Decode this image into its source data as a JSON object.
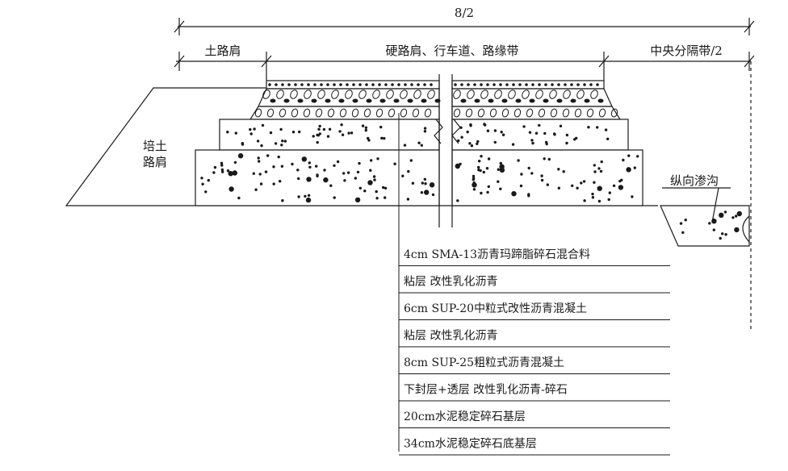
{
  "dimensions": {
    "half_width": "8/2",
    "earth_shoulder": "土路肩",
    "hard_shoulder_lanes": "硬路肩、行车道、路缘带",
    "median_half": "中央分隔带/2"
  },
  "side_labels": {
    "fill_shoulder_line1": "培土",
    "fill_shoulder_line2": "路肩",
    "drain": "纵向渗沟"
  },
  "layers": [
    "4cm SMA-13沥青玛蹄脂碎石混合料",
    "粘层 改性乳化沥青",
    "6cm SUP-20中粒式改性沥青混凝土",
    "粘层 改性乳化沥青",
    "8cm SUP-25粗粒式沥青混凝土",
    "下封层+透层 改性乳化沥青-碎石",
    "20cm水泥稳定碎石基层",
    "34cm水泥稳定碎石底基层"
  ]
}
